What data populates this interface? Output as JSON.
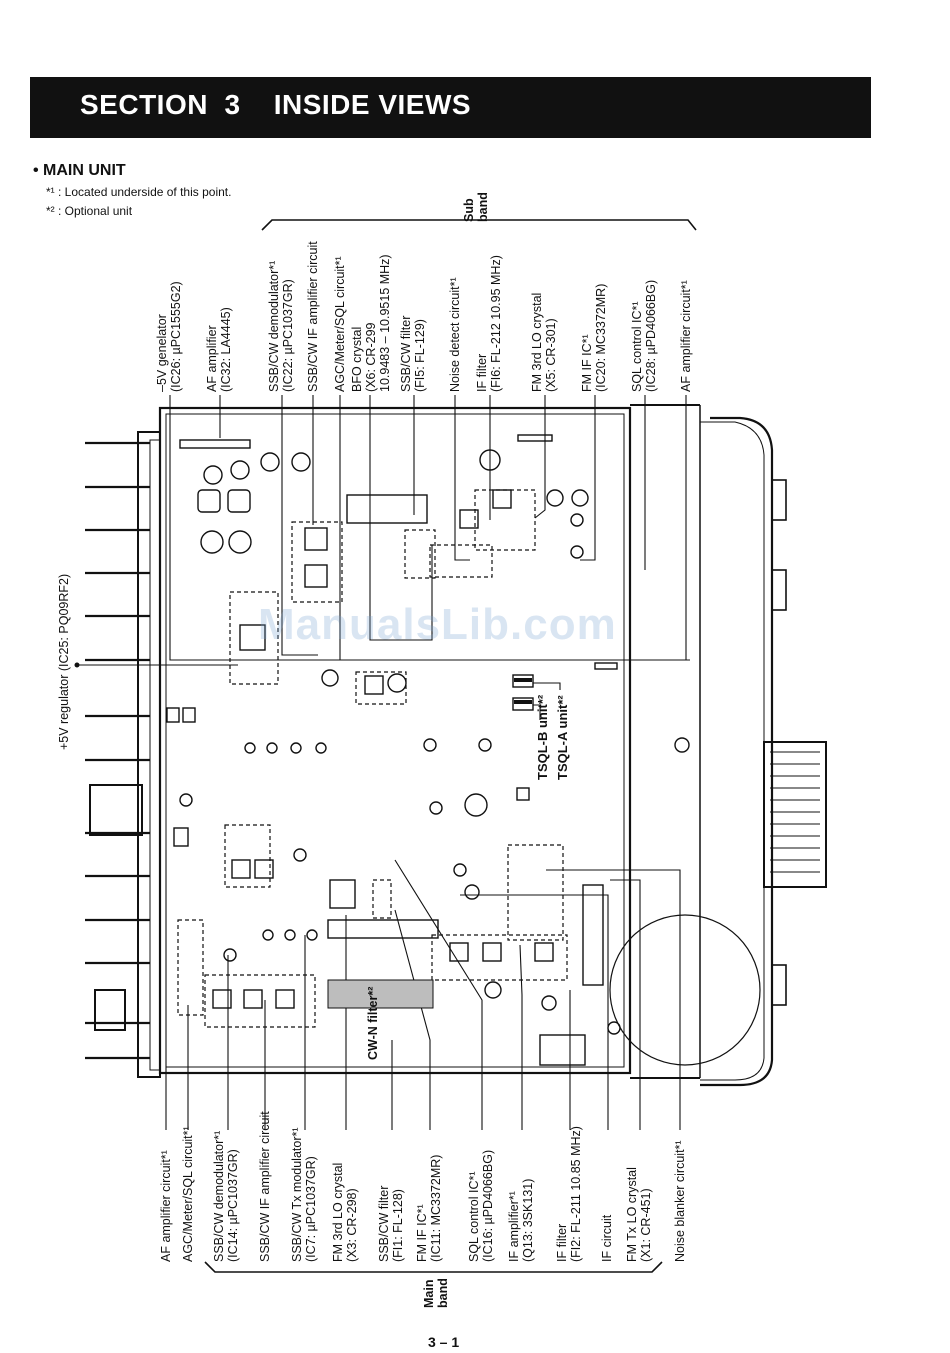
{
  "section_title": "SECTION  3    INSIDE VIEWS",
  "unit_title": "• MAIN UNIT",
  "notes": [
    "*¹ : Located underside of this point.",
    "*² : Optional unit"
  ],
  "sub_band_label": [
    "Sub",
    "band"
  ],
  "main_band_label": [
    "Main",
    "band"
  ],
  "regulator_label": "+5V regulator (IC25: PQ09RF2)",
  "top_labels": [
    [
      "–5V genelator",
      "(IC26: µPC1555G2)"
    ],
    [
      "AF amplifier",
      "(IC32: LA4445)"
    ],
    [
      "SSB/CW demodulator*¹",
      "(IC22: µPC1037GR)"
    ],
    [
      "SSB/CW IF amplifier circuit"
    ],
    [
      "AGC/Meter/SQL circuit*¹"
    ],
    [
      "BFO crystal",
      "(X6: CR-299",
      "10.9483 – 10.9515 MHz)"
    ],
    [
      "SSB/CW filter",
      "(FI5: FL-129)"
    ],
    [
      "Noise detect circuit*¹"
    ],
    [
      "IF filter",
      "(FI6: FL-212 10.95 MHz)"
    ],
    [
      "FM 3rd LO crystal",
      "(X5: CR-301)"
    ],
    [
      "FM IF IC*¹",
      "(IC20: MC3372MR)"
    ],
    [
      "SQL control IC*¹",
      "(IC28: µPD4066BG)"
    ],
    [
      "AF amplifier circuit*¹"
    ]
  ],
  "bottom_labels": [
    [
      "AF amplifier circuit*¹"
    ],
    [
      "AGC/Meter/SQL circuit*¹"
    ],
    [
      "SSB/CW demodulator*¹",
      "(IC14: µPC1037GR)"
    ],
    [
      "SSB/CW IF amplifier circuit"
    ],
    [
      "SSB/CW Tx modulator*¹",
      "(IC7: µPC1037GR)"
    ],
    [
      "FM 3rd LO crystal",
      "(X3: CR-298)"
    ],
    [
      "SSB/CW filter",
      "(FI1: FL-128)"
    ],
    [
      "FM IF IC*¹",
      "(IC11: MC3372MR)"
    ],
    [
      "SQL control IC*¹",
      "(IC16: µPD4066BG)"
    ],
    [
      "IF amplifier*¹",
      "(Q13: 3SK131)"
    ],
    [
      "IF filter",
      "(FI2: FL-211 10.85 MHz)"
    ],
    [
      "IF circuit"
    ],
    [
      "FM Tx LO crystal",
      "(X1: CR-451)"
    ],
    [
      "Noise blanker circuit*¹"
    ]
  ],
  "board_labels": {
    "tsql_b": "TSQL-B unit*²",
    "tsql_a": "TSQL-A unit*²",
    "cw_n": "CW-N filter*²"
  },
  "watermark": "ManualsLib.com",
  "page_number": "3 – 1"
}
